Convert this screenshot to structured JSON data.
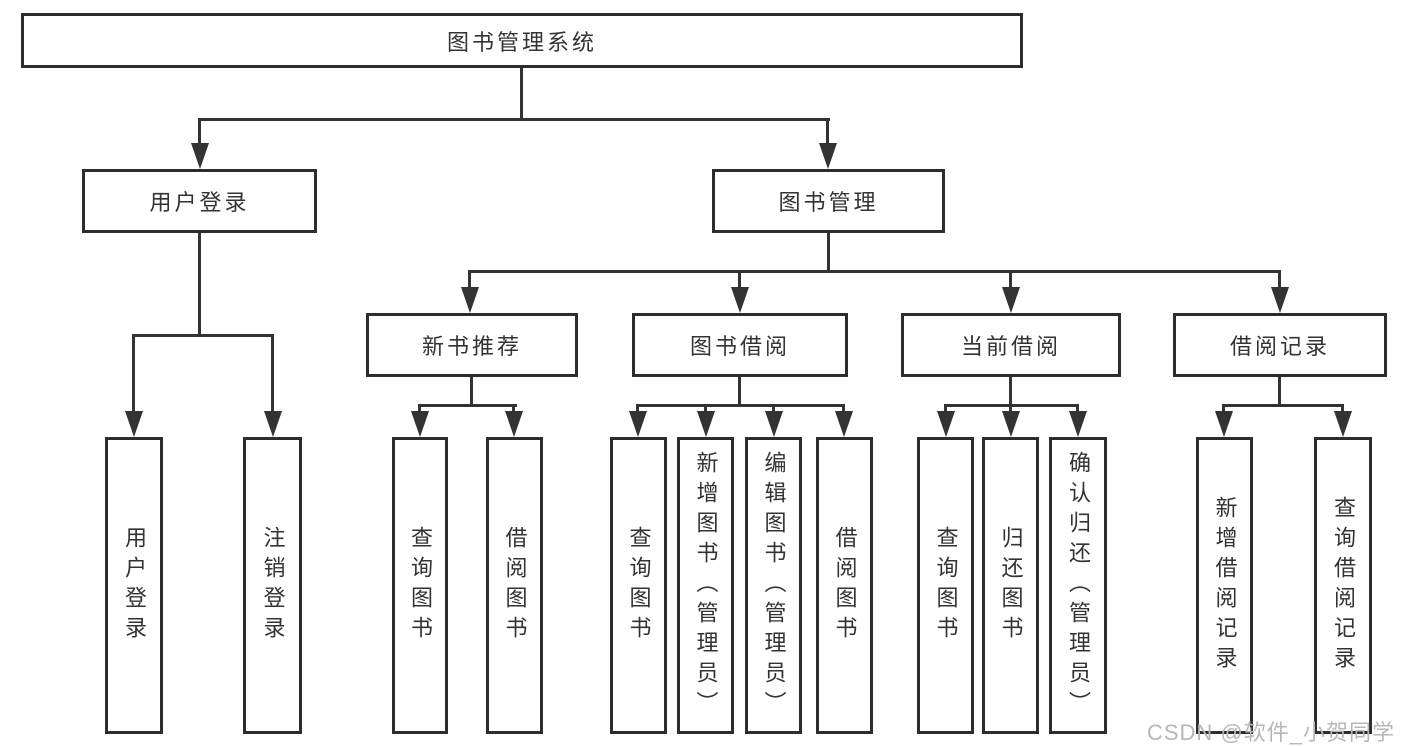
{
  "tree": {
    "root": "图书管理系统",
    "user_login": {
      "label": "用户登录",
      "children": [
        "用户登录",
        "注销登录"
      ]
    },
    "book_mgmt": {
      "label": "图书管理",
      "sections": [
        {
          "label": "新书推荐",
          "children": [
            "查询图书",
            "借阅图书"
          ]
        },
        {
          "label": "图书借阅",
          "children": [
            "查询图书",
            "新增图书（管理员）",
            "编辑图书（管理员）",
            "借阅图书"
          ]
        },
        {
          "label": "当前借阅",
          "children": [
            "查询图书",
            "归还图书",
            "确认归还（管理员）"
          ]
        },
        {
          "label": "借阅记录",
          "children": [
            "新增借阅记录",
            "查询借阅记录"
          ]
        }
      ]
    }
  },
  "watermark": "CSDN @软件_小贺同学",
  "colors": {
    "line": "#333333",
    "box_border": "#2d2d2d",
    "text": "#333333",
    "watermark": "#b7b7b7",
    "background": "#ffffff"
  }
}
